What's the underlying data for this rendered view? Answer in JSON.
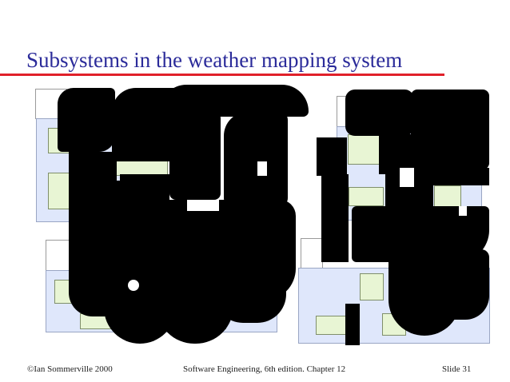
{
  "slide": {
    "title": "Subsystems in the weather mapping system",
    "footer_left": "©Ian Sommerville 2000",
    "footer_center": "Software Engineering, 6th edition. Chapter 12",
    "footer_right": "Slide 31"
  },
  "colors": {
    "title": "#2b2b9a",
    "rule": "#e0202a",
    "package_fill": "#dfe7fb",
    "class_fill": "#e8f5d4",
    "obscured_text": "#000000"
  }
}
